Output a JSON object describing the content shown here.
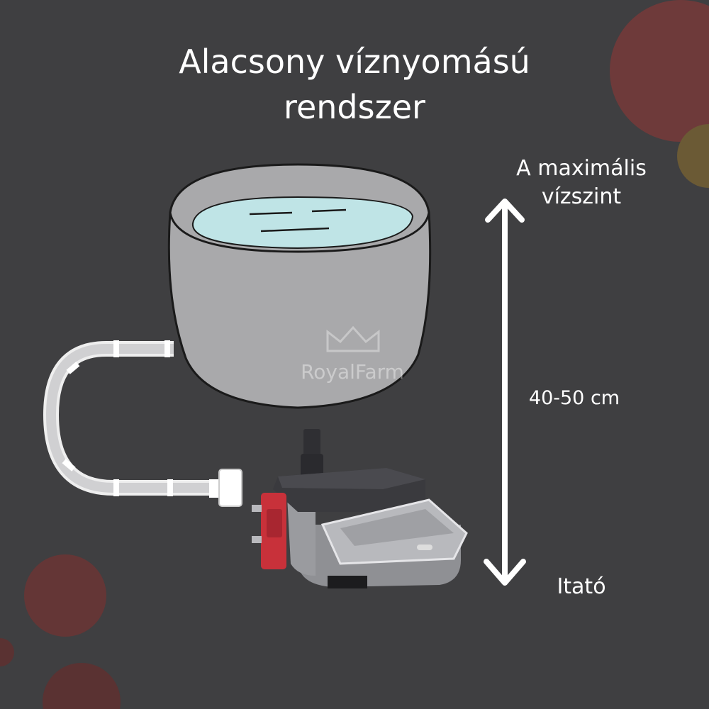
{
  "title": {
    "line1": "Alacsony víznyomású",
    "line2": "rendszer"
  },
  "labels": {
    "max_level_line1": "A maximális",
    "max_level_line2": "vízszint",
    "distance": "40-50 cm",
    "drinker": "Itató"
  },
  "watermark": "RoyalFarm",
  "colors": {
    "background": "#3f3f41",
    "tank": "#a9a9ab",
    "water": "#bfe4e6",
    "arrow": "#ffffff",
    "accent_red": "#c8313a",
    "decor_dots": [
      "#6e3a3a",
      "#6b5a35"
    ]
  }
}
